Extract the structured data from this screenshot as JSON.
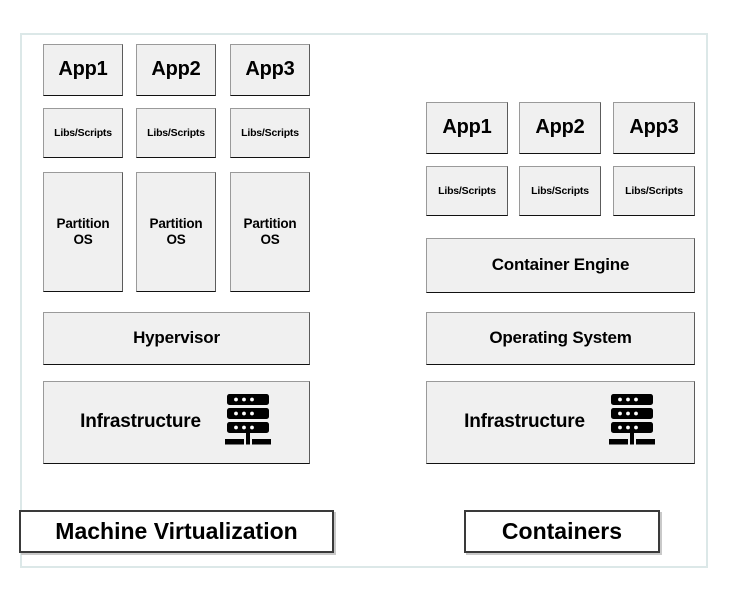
{
  "diagram": {
    "title_left": "Machine Virtualization",
    "title_right": "Containers",
    "frame_color": "#dce8e8",
    "box_fill": "#f0f0f0",
    "box_border": "#5c5c5c",
    "caption_border": "#3a3a3a",
    "text_color": "#000000"
  },
  "left_stack": {
    "apps": [
      {
        "label": "App1"
      },
      {
        "label": "App2"
      },
      {
        "label": "App3"
      }
    ],
    "libs": [
      {
        "label": "Libs/Scripts"
      },
      {
        "label": "Libs/Scripts"
      },
      {
        "label": "Libs/Scripts"
      }
    ],
    "partitions": [
      {
        "label": "Partition\nOS",
        "line1": "Partition",
        "line2": "OS"
      },
      {
        "label": "Partition\nOS",
        "line1": "Partition",
        "line2": "OS"
      },
      {
        "label": "Partition\nOS",
        "line1": "Partition",
        "line2": "OS"
      }
    ],
    "hypervisor": "Hypervisor",
    "infrastructure": "Infrastructure",
    "infrastructure_icon": "server-rack-icon"
  },
  "right_stack": {
    "apps": [
      {
        "label": "App1"
      },
      {
        "label": "App2"
      },
      {
        "label": "App3"
      }
    ],
    "libs": [
      {
        "label": "Libs/Scripts"
      },
      {
        "label": "Libs/Scripts"
      },
      {
        "label": "Libs/Scripts"
      }
    ],
    "container_engine": "Container Engine",
    "operating_system": "Operating System",
    "infrastructure": "Infrastructure",
    "infrastructure_icon": "server-rack-icon"
  }
}
